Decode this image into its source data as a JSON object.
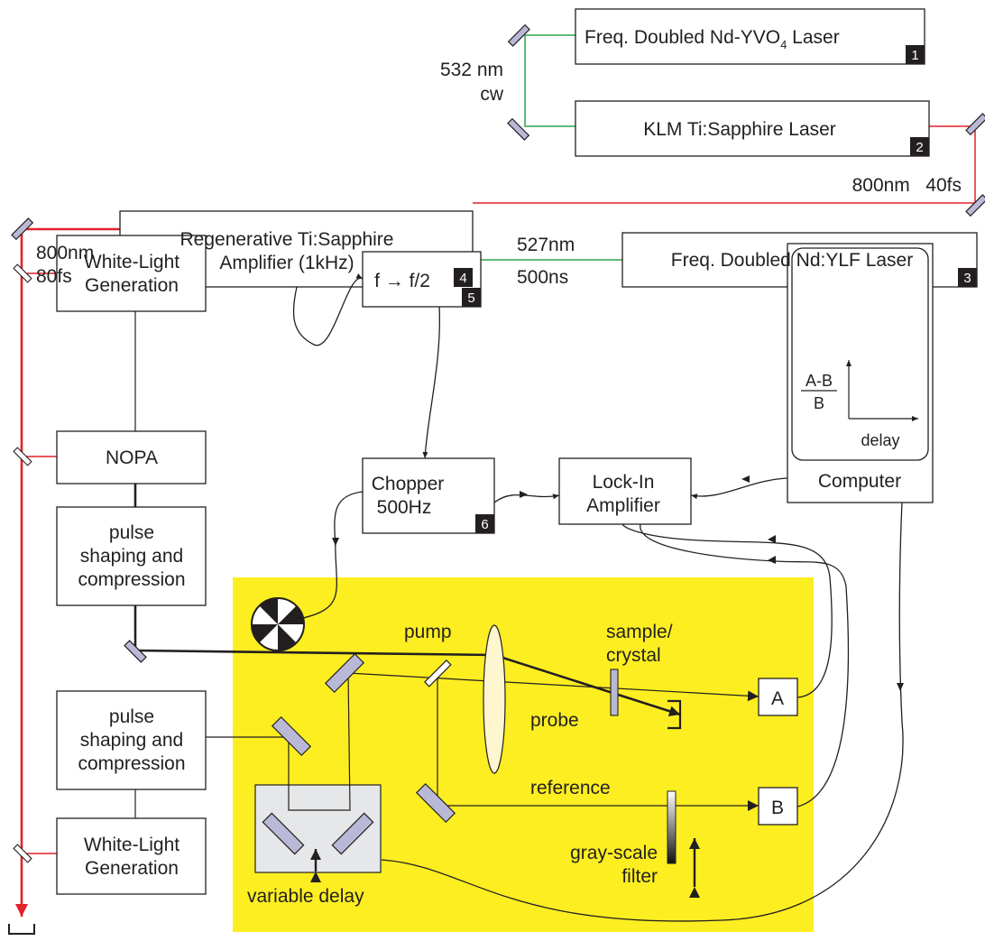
{
  "boxes": {
    "laser1": {
      "label": "Freq. Doubled Nd-YVO",
      "sub": "4",
      "suffix": " Laser",
      "badge": "1"
    },
    "laser2": {
      "label": "KLM Ti:Sapphire Laser",
      "badge": "2"
    },
    "laser3": {
      "label": "Freq. Doubled Nd:YLF Laser",
      "badge": "3"
    },
    "amplifier": {
      "line1": "Regenerative Ti:Sapphire",
      "line2": "Amplifier  (1kHz)",
      "badge": "4"
    },
    "divider": {
      "label": "f → f/2",
      "badge": "5"
    },
    "chopper": {
      "line1": "Chopper",
      "line2": "500Hz",
      "badge": "6"
    },
    "lockin": {
      "line1": "Lock-In",
      "line2": "Amplifier"
    },
    "computer": {
      "label": "Computer",
      "plot_num": "A-B",
      "plot_den": "B",
      "plot_xlabel": "delay"
    },
    "wlg_top": {
      "line1": "White-Light",
      "line2": "Generation"
    },
    "nopa": {
      "label": "NOPA"
    },
    "shaping_top": {
      "line1": "pulse",
      "line2": "shaping and",
      "line3": "compression"
    },
    "shaping_bottom": {
      "line1": "pulse",
      "line2": "shaping and",
      "line3": "compression"
    },
    "wlg_bottom": {
      "line1": "White-Light",
      "line2": "Generation"
    },
    "detA": {
      "label": "A"
    },
    "detB": {
      "label": "B"
    }
  },
  "beam_labels": {
    "green_cw_1": "532 nm",
    "green_cw_2": "cw",
    "osc_out": "800nm   40fs",
    "amp_out_1": "800nm",
    "amp_out_2": "80fs",
    "pump_laser_1": "527nm",
    "pump_laser_2": "500ns"
  },
  "setup_labels": {
    "pump": "pump",
    "probe": "probe",
    "reference": "reference",
    "sample_1": "sample/",
    "sample_2": "crystal",
    "filter_1": "gray-scale",
    "filter_2": "filter",
    "delay": "variable delay"
  },
  "colors": {
    "red_beam": "#e4202b",
    "green_beam": "#2aa44a",
    "table": "#fcee21",
    "delay_stage": "#e6e7e8",
    "lens": "#fdf6cf",
    "line": "#231f20"
  }
}
